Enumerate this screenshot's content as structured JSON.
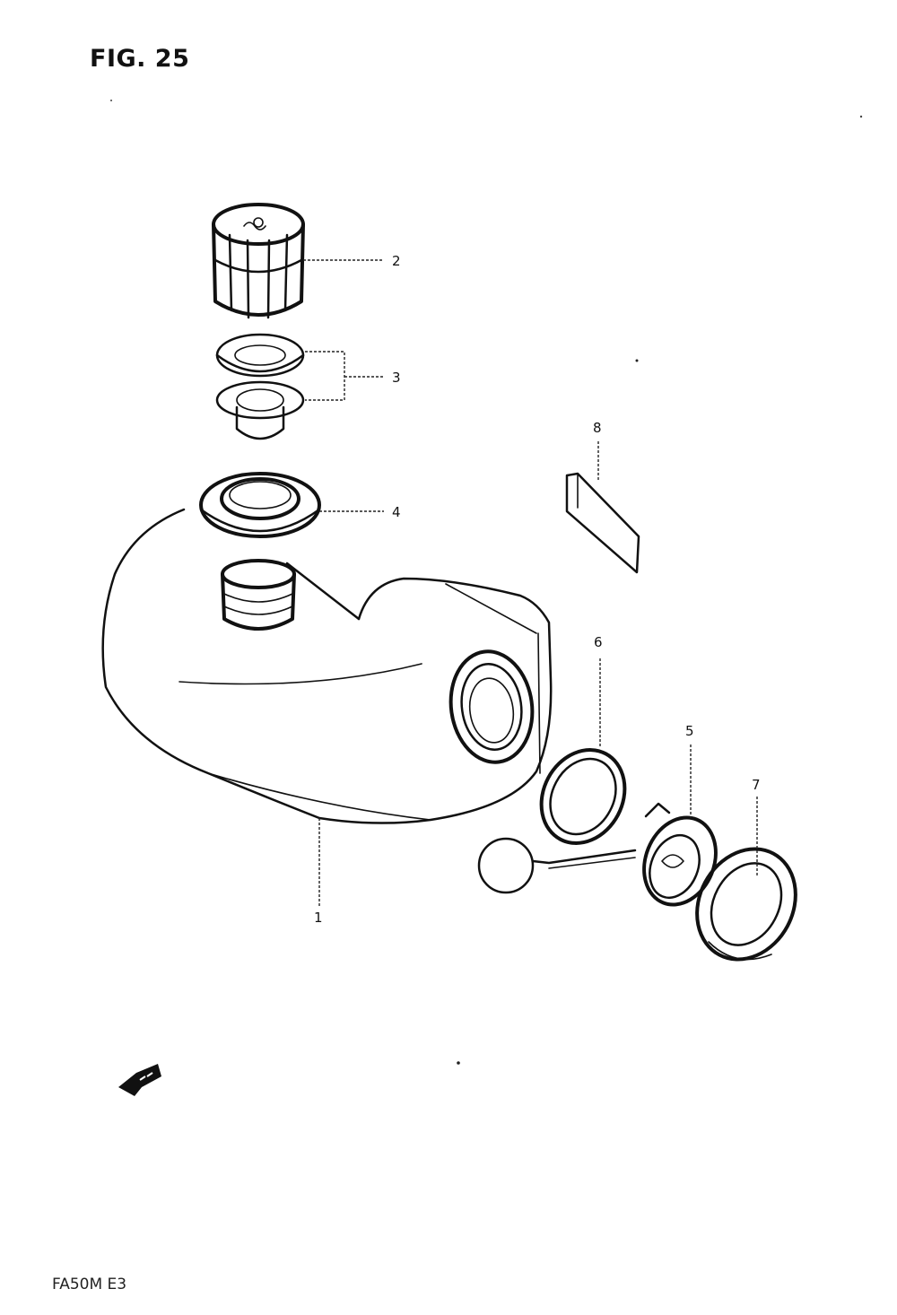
{
  "figure": {
    "title": "FIG. 25",
    "model_code": "FA50M E3"
  },
  "callouts": [
    {
      "id": "1",
      "label": "1"
    },
    {
      "id": "2",
      "label": "2"
    },
    {
      "id": "3",
      "label": "3"
    },
    {
      "id": "4",
      "label": "4"
    },
    {
      "id": "5",
      "label": "5"
    },
    {
      "id": "6",
      "label": "6"
    },
    {
      "id": "7",
      "label": "7"
    },
    {
      "id": "8",
      "label": "8"
    }
  ],
  "colors": {
    "ink": "#111111",
    "background": "#ffffff"
  },
  "icons": {
    "direction_marker": "front-arrow-icon"
  }
}
